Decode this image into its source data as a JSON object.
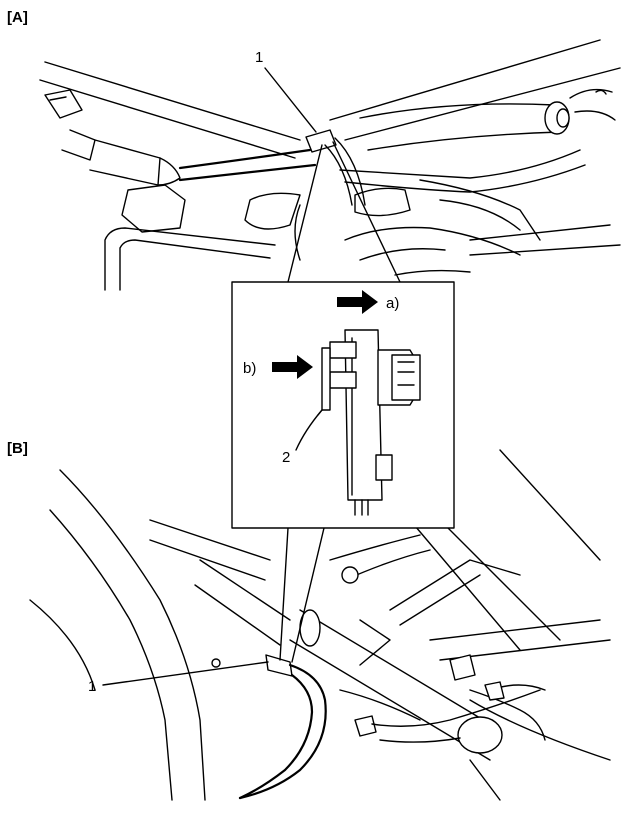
{
  "sections": {
    "a": "[A]",
    "b": "[B]"
  },
  "callouts": {
    "clamp_top": "1",
    "clamp_bottom": "1",
    "tab": "2",
    "direction_a": "a)",
    "direction_b": "b)"
  }
}
